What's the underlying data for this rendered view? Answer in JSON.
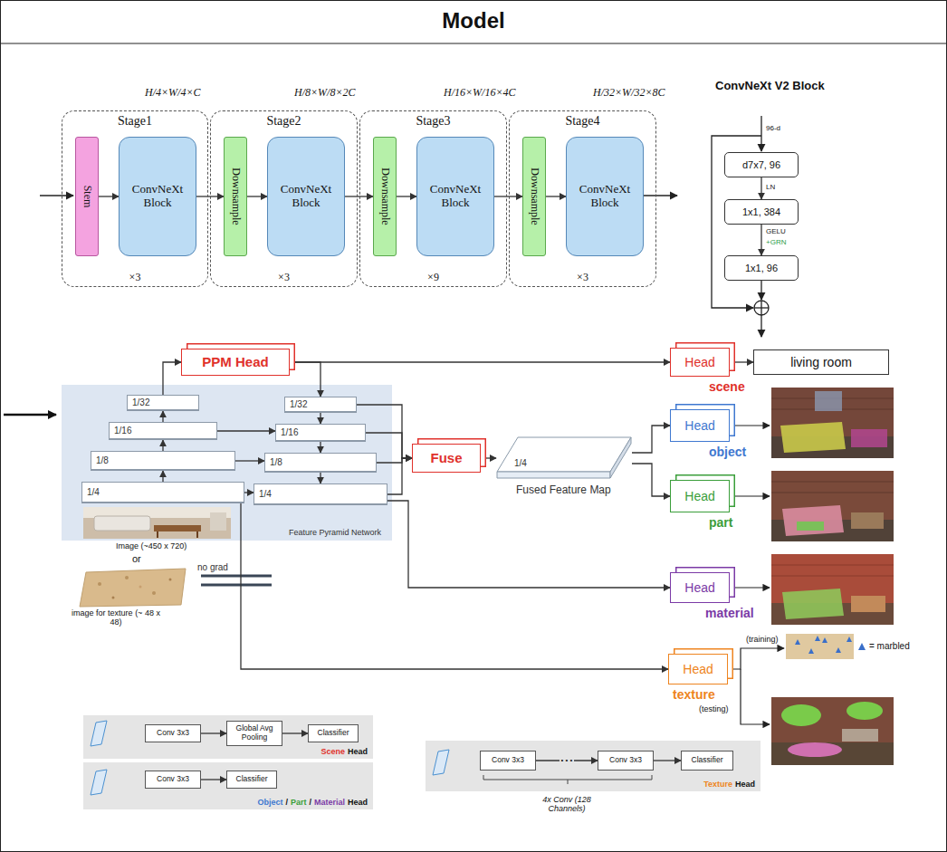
{
  "diagram": {
    "title": "Model",
    "nodes": [
      {
        "text": [
          "Stage1",
          "×3"
        ]
      },
      {
        "text": [
          "Stem"
        ],
        "in": 0
      },
      {
        "text": [
          "ConvNeXt Block"
        ],
        "in": 0
      },
      {
        "text": [
          "Stage2",
          "×3"
        ]
      },
      {
        "text": [
          "Downsample"
        ],
        "in": 3
      },
      {
        "text": [
          "ConvNeXt Block"
        ],
        "in": 3
      },
      {
        "text": [
          "Stage3",
          "×9"
        ]
      },
      {
        "text": [
          "Downsample"
        ],
        "in": 6
      },
      {
        "text": [
          "ConvNeXt Block"
        ],
        "in": 6
      },
      {
        "text": [
          "Stage4",
          "×3"
        ]
      },
      {
        "text": [
          "Downsample"
        ],
        "in": 9
      },
      {
        "text": [
          "ConvNeXt Block"
        ],
        "in": 9
      },
      {
        "text": [
          "d7x7, 96"
        ]
      },
      {
        "text": [
          "1x1, 384"
        ]
      },
      {
        "text": [
          "1x1, 96"
        ]
      },
      {
        "text": [
          "PPM Head"
        ]
      },
      {
        "text": [
          "Feature Pyramid Network"
        ]
      },
      {
        "text": [
          "1/32"
        ],
        "in": 16
      },
      {
        "text": [
          "1/16"
        ],
        "in": 16
      },
      {
        "text": [
          "1/8"
        ],
        "in": 16
      },
      {
        "text": [
          "1/4"
        ],
        "in": 16
      },
      {
        "text": [
          "1/32"
        ],
        "in": 16
      },
      {
        "text": [
          "1/16"
        ],
        "in": 16
      },
      {
        "text": [
          "1/8"
        ],
        "in": 16
      },
      {
        "text": [
          "1/4"
        ],
        "in": 16
      },
      {
        "text": [
          "Fuse"
        ]
      },
      {
        "text": [
          "1/4",
          "Fused Feature Map"
        ]
      },
      {
        "text": [
          "Head",
          "scene"
        ]
      },
      {
        "text": [
          "living room"
        ]
      },
      {
        "text": [
          "Head",
          "object"
        ]
      },
      {
        "text": [
          "Head",
          "part"
        ]
      },
      {
        "text": [
          "Head",
          "material"
        ]
      },
      {
        "text": [
          "Head",
          "texture"
        ]
      },
      {
        "text": [
          "Scene",
          "Head"
        ]
      },
      {
        "text": [
          "Conv 3x3"
        ],
        "in": 33
      },
      {
        "text": [
          "Global Avg Pooling"
        ],
        "in": 33
      },
      {
        "text": [
          "Classifier"
        ],
        "in": 33
      },
      {
        "text": [
          "Object",
          "/",
          "Part",
          "/",
          "Material",
          "Head"
        ]
      },
      {
        "text": [
          "Conv 3x3"
        ],
        "in": 37
      },
      {
        "text": [
          "Classifier"
        ],
        "in": 37
      },
      {
        "text": [
          "Texture",
          "Head",
          "4x Conv (128 Channels)"
        ]
      },
      {
        "text": [
          "Conv 3x3"
        ],
        "in": 40
      },
      {
        "text": [
          "Conv 3x3"
        ],
        "in": 40
      },
      {
        "text": [
          "Classifier"
        ],
        "in": 40
      }
    ],
    "edges": [
      {
        "from": 1,
        "to": 2,
        "arrow": "to"
      },
      {
        "from": 2,
        "to": 4,
        "arrow": "to"
      },
      {
        "from": 4,
        "to": 5,
        "arrow": "to"
      },
      {
        "from": 5,
        "to": 7,
        "arrow": "to"
      },
      {
        "from": 7,
        "to": 8,
        "arrow": "to"
      },
      {
        "from": 8,
        "to": 10,
        "arrow": "to"
      },
      {
        "from": 10,
        "to": 11,
        "arrow": "to"
      },
      {
        "from": 12,
        "to": 13,
        "label": "LN",
        "arrow": "to"
      },
      {
        "from": 13,
        "to": 14,
        "label": "GELU",
        "arrow": "to"
      },
      {
        "from": 20,
        "to": 19,
        "arrow": "to"
      },
      {
        "from": 19,
        "to": 18,
        "arrow": "to"
      },
      {
        "from": 18,
        "to": 17,
        "arrow": "to"
      },
      {
        "from": 17,
        "to": 15,
        "arrow": "to"
      },
      {
        "from": 15,
        "to": 21,
        "arrow": "to"
      },
      {
        "from": 15,
        "to": 27,
        "arrow": "to"
      },
      {
        "from": 27,
        "to": 28,
        "arrow": "to"
      },
      {
        "from": 21,
        "to": 22,
        "arrow": "to"
      },
      {
        "from": 22,
        "to": 23,
        "arrow": "to"
      },
      {
        "from": 23,
        "to": 24,
        "arrow": "to"
      },
      {
        "from": 18,
        "to": 22,
        "arrow": "to"
      },
      {
        "from": 19,
        "to": 23,
        "arrow": "to"
      },
      {
        "from": 20,
        "to": 24,
        "arrow": "to"
      },
      {
        "from": 21,
        "to": 25,
        "arrow": "to"
      },
      {
        "from": 22,
        "to": 25,
        "arrow": "to"
      },
      {
        "from": 23,
        "to": 25,
        "arrow": "to"
      },
      {
        "from": 24,
        "to": 25,
        "arrow": "to"
      },
      {
        "from": 25,
        "to": 26,
        "arrow": "to"
      },
      {
        "from": 26,
        "to": 29,
        "arrow": "to"
      },
      {
        "from": 26,
        "to": 30,
        "arrow": "to"
      },
      {
        "from": 24,
        "to": 31,
        "arrow": "to"
      },
      {
        "from": 20,
        "to": 32,
        "arrow": "to"
      },
      {
        "from": 34,
        "to": 35,
        "arrow": "to"
      },
      {
        "from": 35,
        "to": 36,
        "arrow": "to"
      },
      {
        "from": 38,
        "to": 39,
        "arrow": "to"
      },
      {
        "from": 41,
        "to": 42,
        "label": "• • •",
        "arrow": "to"
      },
      {
        "from": 42,
        "to": 43,
        "arrow": "to"
      }
    ],
    "labels": [
      "H/4×W/4×C",
      "H/8×W/8×2C",
      "H/16×W/16×4C",
      "H/32×W/32×8C",
      "ConvNeXt V2 Block",
      "96-d",
      "+GRN",
      "Image (~450 x 720)",
      "or",
      "image for texture (~ 48 x 48)",
      "no grad",
      "(training)",
      "= marbled",
      "(testing)"
    ]
  }
}
